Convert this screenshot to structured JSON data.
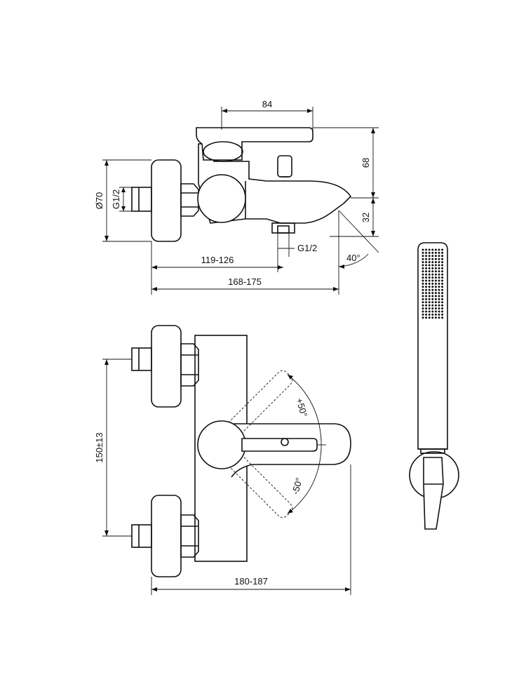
{
  "dimensions": {
    "handle_width": "84",
    "height_handle": "68",
    "height_spout": "32",
    "diameter_flange": "Ø70",
    "inlet_thread": "G1/2",
    "outlet_thread": "G1/2",
    "spout_angle": "40°",
    "depth_outlet": "119-126",
    "depth_spout": "168-175",
    "centers": "150±13",
    "projection": "180-187",
    "rotate_plus": "+50°",
    "rotate_minus": "-50°"
  }
}
